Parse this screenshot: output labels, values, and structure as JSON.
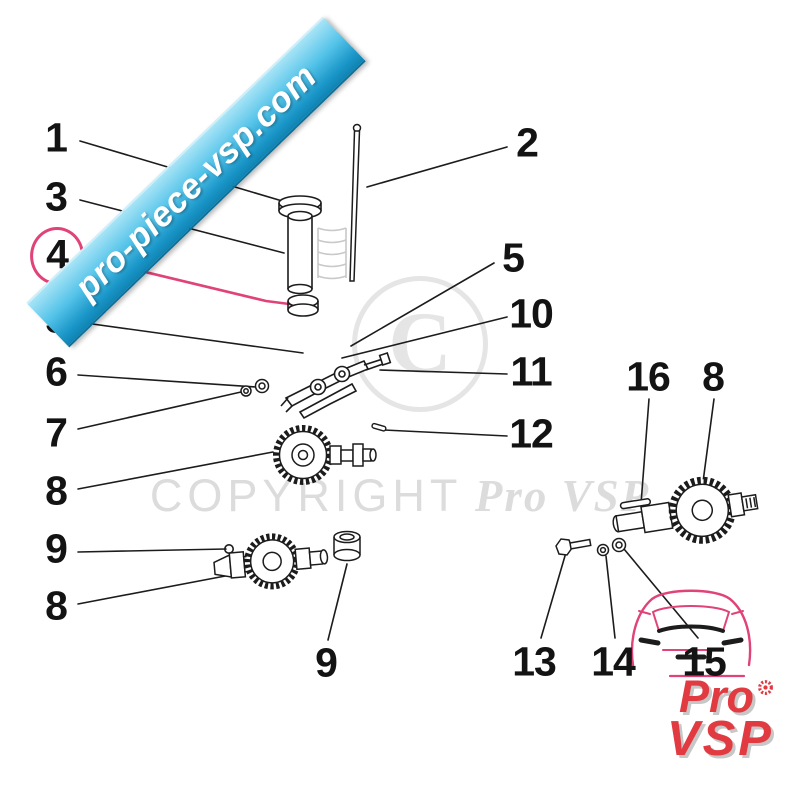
{
  "site_ribbon": {
    "text": "pro-piece-vsp.com"
  },
  "watermark": {
    "symbol": "C",
    "copyright_word": "COPYRIGHT",
    "brand": "Pro VSP"
  },
  "logo": {
    "line1": "Pro",
    "line2": "VSP"
  },
  "diagram": {
    "callouts": [
      {
        "label": "1"
      },
      {
        "label": "2"
      },
      {
        "label": "3"
      },
      {
        "label": "4",
        "highlighted": true
      },
      {
        "label": "5"
      },
      {
        "label": "5"
      },
      {
        "label": "6"
      },
      {
        "label": "7"
      },
      {
        "label": "8"
      },
      {
        "label": "9"
      },
      {
        "label": "8"
      },
      {
        "label": "10"
      },
      {
        "label": "11"
      },
      {
        "label": "12"
      },
      {
        "label": "16"
      },
      {
        "label": "8"
      },
      {
        "label": "13"
      },
      {
        "label": "14"
      },
      {
        "label": "15"
      },
      {
        "label": "9"
      }
    ]
  },
  "colors": {
    "ribbon_blue": "#2fb0de",
    "highlight_pink": "#e04378",
    "logo_red": "#e13a41",
    "watermark_gray": "#dcdcdc",
    "line_color": "#1c1c1c"
  }
}
